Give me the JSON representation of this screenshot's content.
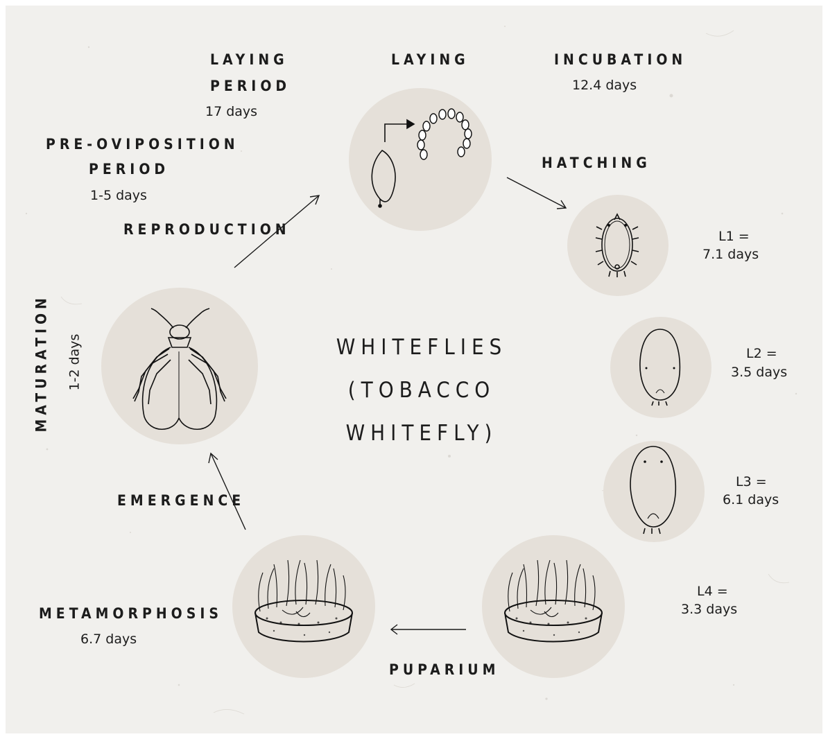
{
  "diagram": {
    "title_line1": "WHITEFLIES",
    "title_line2": "(TOBACCO",
    "title_line3": "WHITEFLY)",
    "stages": {
      "laying_period": {
        "line1": "LAYING",
        "line2": "PERIOD",
        "value": "17 days"
      },
      "laying": {
        "label": "LAYING"
      },
      "incubation": {
        "label": "INCUBATION",
        "value": "12.4 days"
      },
      "pre_oviposition": {
        "line1": "PRE-OVIPOSITION",
        "line2": "PERIOD",
        "value": "1-5 days"
      },
      "hatching": {
        "label": "HATCHING"
      },
      "reproduction": {
        "label": "REPRODUCTION"
      },
      "l1": {
        "line1": "L1 =",
        "line2": "7.1 days"
      },
      "l2": {
        "line1": "L2 =",
        "line2": "3.5 days"
      },
      "l3": {
        "line1": "L3 =",
        "line2": "6.1 days"
      },
      "l4": {
        "line1": "L4 =",
        "line2": "3.3 days"
      },
      "maturation": {
        "label": "MATURATION",
        "value": "1-2 days"
      },
      "emergence": {
        "label": "EMERGENCE"
      },
      "metamorphosis": {
        "label": "METAMORPHOSIS",
        "value": "6.7 days"
      },
      "puparium": {
        "label": "PUPARIUM"
      }
    },
    "icons": [
      "egg-cluster-icon",
      "first-instar-larva-icon",
      "second-instar-larva-icon",
      "third-instar-larva-icon",
      "puparium-icon",
      "pupal-case-icon",
      "adult-whitefly-icon"
    ],
    "colors": {
      "background": "#f1f0ed",
      "circle": "#e5e0d9",
      "ink": "#1c1c1c"
    }
  }
}
